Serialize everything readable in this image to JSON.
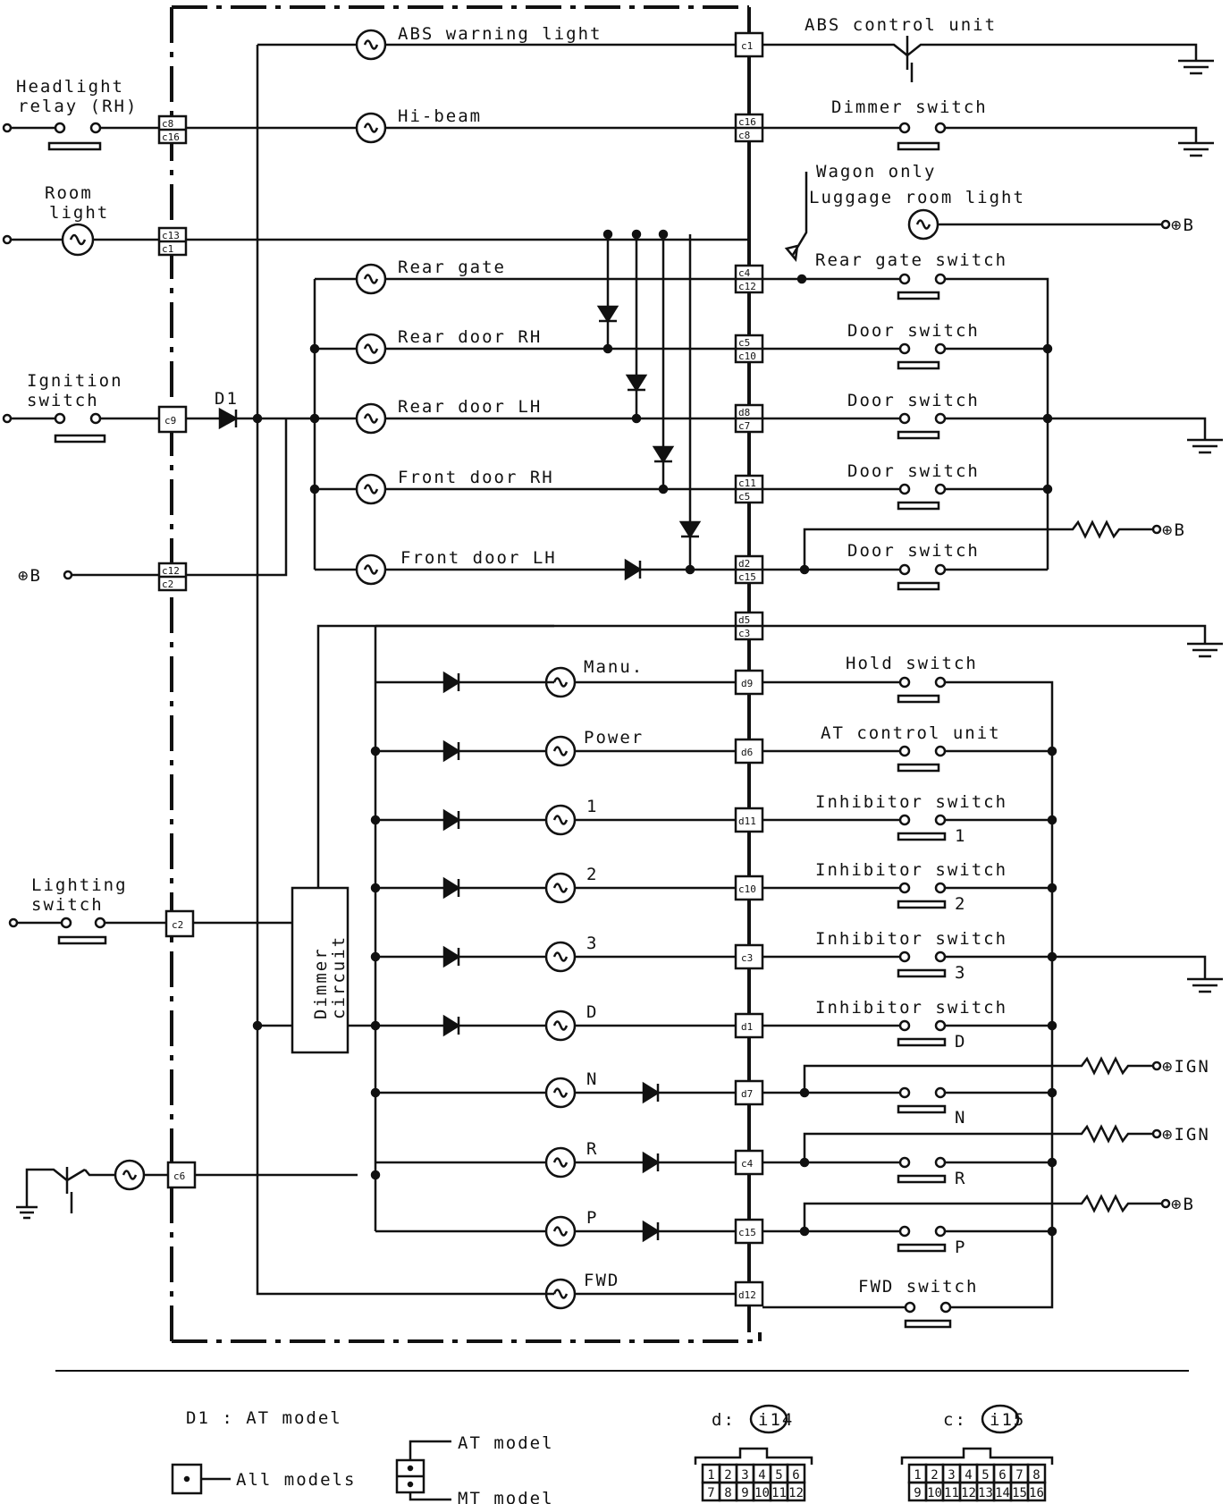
{
  "indicators": {
    "abs": "ABS warning light",
    "hibeam": "Hi-beam",
    "rear_gate": "Rear gate",
    "rear_door_rh": "Rear door RH",
    "rear_door_lh": "Rear door LH",
    "front_door_rh": "Front door RH",
    "front_door_lh": "Front door LH",
    "manu": "Manu.",
    "power": "Power",
    "pos_1": "1",
    "pos_2": "2",
    "pos_3": "3",
    "pos_d": "D",
    "pos_n": "N",
    "pos_r": "R",
    "pos_p": "P",
    "fwd": "FWD"
  },
  "left_components": {
    "headlight_relay_1": "Headlight",
    "headlight_relay_2": "relay (RH)",
    "room_light_1": "Room",
    "room_light_2": "light",
    "ignition_1": "Ignition",
    "ignition_2": "switch",
    "d1": "D1",
    "batt": "⊕B",
    "lighting_1": "Lighting",
    "lighting_2": "switch",
    "dimmer_1": "Dimmer",
    "dimmer_2": "circuit"
  },
  "right_components": {
    "abs_unit": "ABS control unit",
    "dimmer_sw": "Dimmer switch",
    "wagon_only": "Wagon only",
    "luggage": "Luggage room light",
    "rear_gate_sw": "Rear gate switch",
    "door_sw": "Door switch",
    "hold_sw": "Hold switch",
    "at_unit": "AT control unit",
    "inhibitor_sw": "Inhibitor switch",
    "fwd_sw": "FWD switch",
    "supply_b": "⊕B",
    "supply_ign": "⊕IGN",
    "sw_pos_1": "1",
    "sw_pos_2": "2",
    "sw_pos_3": "3",
    "sw_pos_d": "D",
    "sw_pos_n": "N",
    "sw_pos_r": "R",
    "sw_pos_p": "P"
  },
  "left_pins": {
    "c8_c16_a": "c8",
    "c8_c16_b": "c16",
    "c13_c1_a": "c13",
    "c13_c1_b": "c1",
    "c9": "c9",
    "c12_c2_a": "c12",
    "c12_c2_b": "c2",
    "c2": "c2",
    "c6": "c6"
  },
  "right_pins": {
    "c1": "c1",
    "c16_c8_a": "c16",
    "c16_c8_b": "c8",
    "c4_c12_a": "c4",
    "c4_c12_b": "c12",
    "c5_c10_a": "c5",
    "c5_c10_b": "c10",
    "d8_c7_a": "d8",
    "d8_c7_b": "c7",
    "c11_c5_a": "c11",
    "c11_c5_b": "c5",
    "d2_c15_a": "d2",
    "d2_c15_b": "c15",
    "d5_c3_a": "d5",
    "d5_c3_b": "c3",
    "d9": "d9",
    "d6": "d6",
    "d11": "d11",
    "c10": "c10",
    "c3": "c3",
    "d1": "d1",
    "d7": "d7",
    "c4": "c4",
    "c15": "c15",
    "d12": "d12"
  },
  "legend": {
    "d1_note": "D1  :  AT model",
    "all_models": "All models",
    "at_model": "AT model",
    "mt_model": "MT model",
    "d_conn_prefix": "d:",
    "d_conn_id": "i14",
    "c_conn_prefix": "c:",
    "c_conn_id": "i15",
    "d_row1": [
      "1",
      "2",
      "3",
      "4",
      "5",
      "6"
    ],
    "d_row2": [
      "7",
      "8",
      "9",
      "10",
      "11",
      "12"
    ],
    "c_row1": [
      "1",
      "2",
      "3",
      "4",
      "5",
      "6",
      "7",
      "8"
    ],
    "c_row2": [
      "9",
      "10",
      "11",
      "12",
      "13",
      "14",
      "15",
      "16"
    ]
  },
  "colors": {
    "line": "#111111",
    "background": "#ffffff"
  }
}
